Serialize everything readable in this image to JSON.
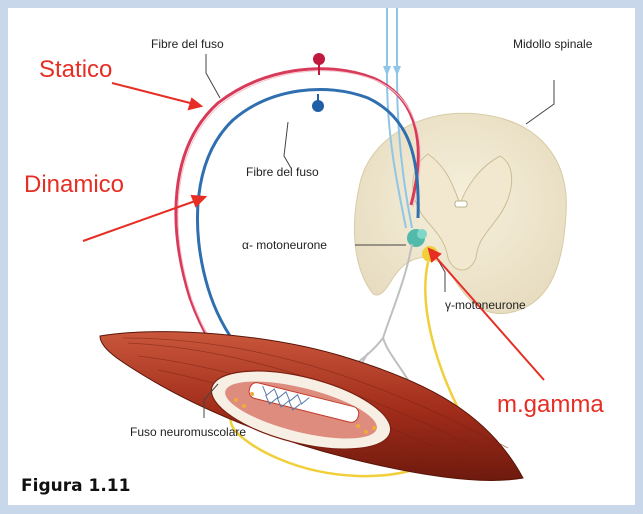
{
  "labels": {
    "fibre_top": "Fibre del fuso",
    "fibre_mid": "Fibre del fuso",
    "midollo": "Midollo spinale",
    "alpha": "α- motoneurone",
    "gamma": "γ-motoneurone",
    "fuso": "Fuso neuromuscolare"
  },
  "annotations": {
    "statico": "Statico",
    "dinamico": "Dinamico",
    "mgamma": "m.gamma"
  },
  "caption": "Figura 1.11",
  "colors": {
    "annotation_red": "#e62e24",
    "static_fiber": "#d83a5a",
    "dynamic_fiber": "#2f6fb0",
    "gamma_fiber": "#f1cf3a",
    "frame": "#c9d7ea"
  }
}
